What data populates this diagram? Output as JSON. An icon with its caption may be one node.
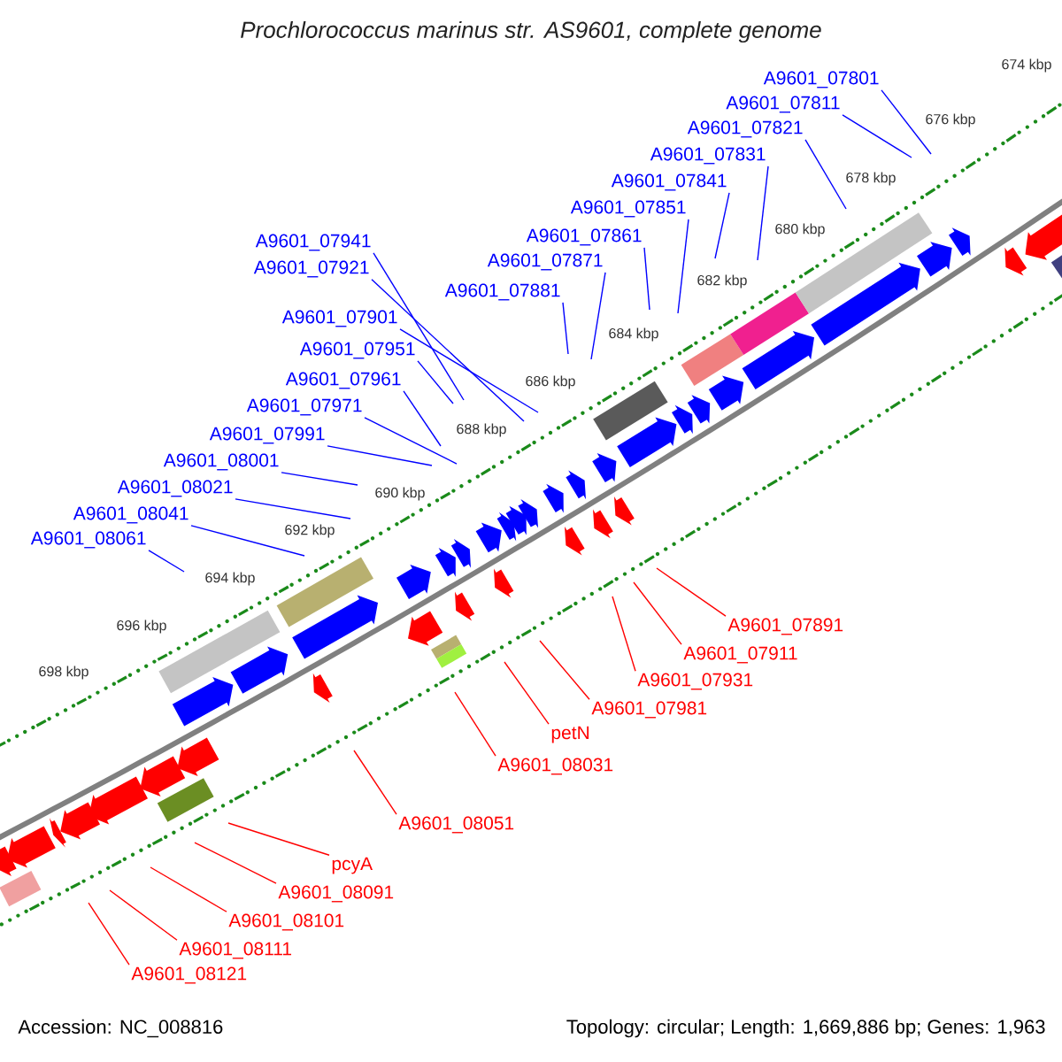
{
  "diagram": {
    "title": "Prochlorococcus marinus str. AS9601, complete genome",
    "nodes": [
      {
        "text": [
          "A9601_07801"
        ]
      },
      {
        "text": [
          "A9601_07811"
        ]
      },
      {
        "text": [
          "A9601_07821"
        ]
      },
      {
        "text": [
          "A9601_07831"
        ]
      },
      {
        "text": [
          "A9601_07841"
        ]
      },
      {
        "text": [
          "A9601_07851"
        ]
      },
      {
        "text": [
          "A9601_07861"
        ]
      },
      {
        "text": [
          "A9601_07941"
        ]
      },
      {
        "text": [
          "A9601_07871"
        ]
      },
      {
        "text": [
          "A9601_07921"
        ]
      },
      {
        "text": [
          "A9601_07881"
        ]
      },
      {
        "text": [
          "A9601_07901"
        ]
      },
      {
        "text": [
          "A9601_07951"
        ]
      },
      {
        "text": [
          "A9601_07961"
        ]
      },
      {
        "text": [
          "A9601_07971"
        ]
      },
      {
        "text": [
          "A9601_07991"
        ]
      },
      {
        "text": [
          "A9601_08001"
        ]
      },
      {
        "text": [
          "A9601_08021"
        ]
      },
      {
        "text": [
          "A9601_08041"
        ]
      },
      {
        "text": [
          "A9601_08061"
        ]
      },
      {
        "text": [
          "A9601_07891"
        ]
      },
      {
        "text": [
          "A9601_07911"
        ]
      },
      {
        "text": [
          "A9601_07931"
        ]
      },
      {
        "text": [
          "A9601_07981"
        ]
      },
      {
        "text": [
          "petN"
        ]
      },
      {
        "text": [
          "A9601_08031"
        ]
      },
      {
        "text": [
          "A9601_08051"
        ]
      },
      {
        "text": [
          "pcyA"
        ]
      },
      {
        "text": [
          "A9601_08091"
        ]
      },
      {
        "text": [
          "A9601_08101"
        ]
      },
      {
        "text": [
          "A9601_08111"
        ]
      },
      {
        "text": [
          "A9601_08121"
        ]
      }
    ],
    "edges": [
      {
        "from": 0,
        "to": null,
        "arrow": "none"
      },
      {
        "from": 1,
        "to": null,
        "arrow": "none"
      },
      {
        "from": 2,
        "to": null,
        "arrow": "none"
      },
      {
        "from": 3,
        "to": null,
        "arrow": "none"
      },
      {
        "from": 4,
        "to": null,
        "arrow": "none"
      },
      {
        "from": 5,
        "to": null,
        "arrow": "none"
      },
      {
        "from": 6,
        "to": null,
        "arrow": "none"
      },
      {
        "from": 7,
        "to": null,
        "arrow": "none"
      },
      {
        "from": 8,
        "to": null,
        "arrow": "none"
      },
      {
        "from": 9,
        "to": null,
        "arrow": "none"
      },
      {
        "from": 10,
        "to": null,
        "arrow": "none"
      },
      {
        "from": 11,
        "to": null,
        "arrow": "none"
      },
      {
        "from": 12,
        "to": null,
        "arrow": "none"
      },
      {
        "from": 13,
        "to": null,
        "arrow": "none"
      },
      {
        "from": 14,
        "to": null,
        "arrow": "none"
      },
      {
        "from": 15,
        "to": null,
        "arrow": "none"
      },
      {
        "from": 16,
        "to": null,
        "arrow": "none"
      },
      {
        "from": 17,
        "to": null,
        "arrow": "none"
      },
      {
        "from": 18,
        "to": null,
        "arrow": "none"
      },
      {
        "from": 19,
        "to": null,
        "arrow": "none"
      },
      {
        "from": 20,
        "to": null,
        "arrow": "none",
        "color": "#ff0000"
      },
      {
        "from": 21,
        "to": null,
        "arrow": "none",
        "color": "#ff0000"
      },
      {
        "from": 22,
        "to": null,
        "arrow": "none",
        "color": "#ff0000"
      },
      {
        "from": 23,
        "to": null,
        "arrow": "none",
        "color": "#ff0000"
      },
      {
        "from": 24,
        "to": null,
        "arrow": "none",
        "color": "#ff0000"
      },
      {
        "from": 25,
        "to": null,
        "arrow": "none",
        "color": "#ff0000"
      },
      {
        "from": 26,
        "to": null,
        "arrow": "none",
        "color": "#ff0000"
      },
      {
        "from": 27,
        "to": null,
        "arrow": "none",
        "color": "#ff0000"
      },
      {
        "from": 28,
        "to": null,
        "arrow": "none",
        "color": "#ff0000"
      },
      {
        "from": 29,
        "to": null,
        "arrow": "none",
        "color": "#ff0000"
      },
      {
        "from": 30,
        "to": null,
        "arrow": "none",
        "color": "#ff0000"
      },
      {
        "from": 31,
        "to": null,
        "arrow": "none",
        "color": "#ff0000"
      }
    ],
    "labels": [
      "674 kbp",
      "676 kbp",
      "678 kbp",
      "680 kbp",
      "682 kbp",
      "684 kbp",
      "686 kbp",
      "688 kbp",
      "690 kbp",
      "692 kbp",
      "694 kbp",
      "696 kbp",
      "698 kbp",
      "Accession: NC_008816",
      "Topology: circular; Length: 1,669,886 bp; Genes: 1,963"
    ]
  }
}
